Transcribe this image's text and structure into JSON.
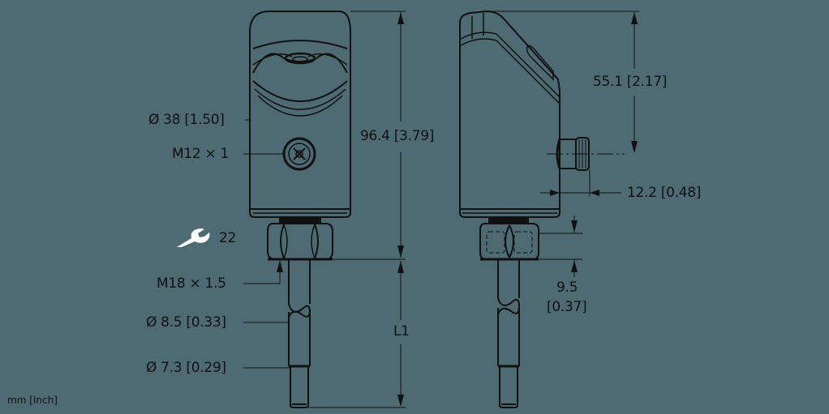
{
  "units_label": "mm [Inch]",
  "colors": {
    "background": "#4e6a73",
    "line": "#111111",
    "wrench": "#ffffff"
  },
  "front_view": {
    "dimensions": {
      "body_diameter": "Ø 38 [1.50]",
      "connector_thread": "M12 × 1",
      "wrench_size": "22",
      "process_thread": "M18 × 1.5",
      "probe_diameter": "Ø 8.5 [0.33]",
      "tip_diameter": "Ø 7.3 [0.29]",
      "total_height": "96.4 [3.79]",
      "probe_length": "L1"
    }
  },
  "side_view": {
    "dimensions": {
      "connector_height": "55.1 [2.17]",
      "connector_depth": "12.2 [0.48]",
      "nut_height_mm": "9.5",
      "nut_height_in": "[0.37]"
    }
  },
  "icons": {
    "wrench": "wrench-icon"
  }
}
